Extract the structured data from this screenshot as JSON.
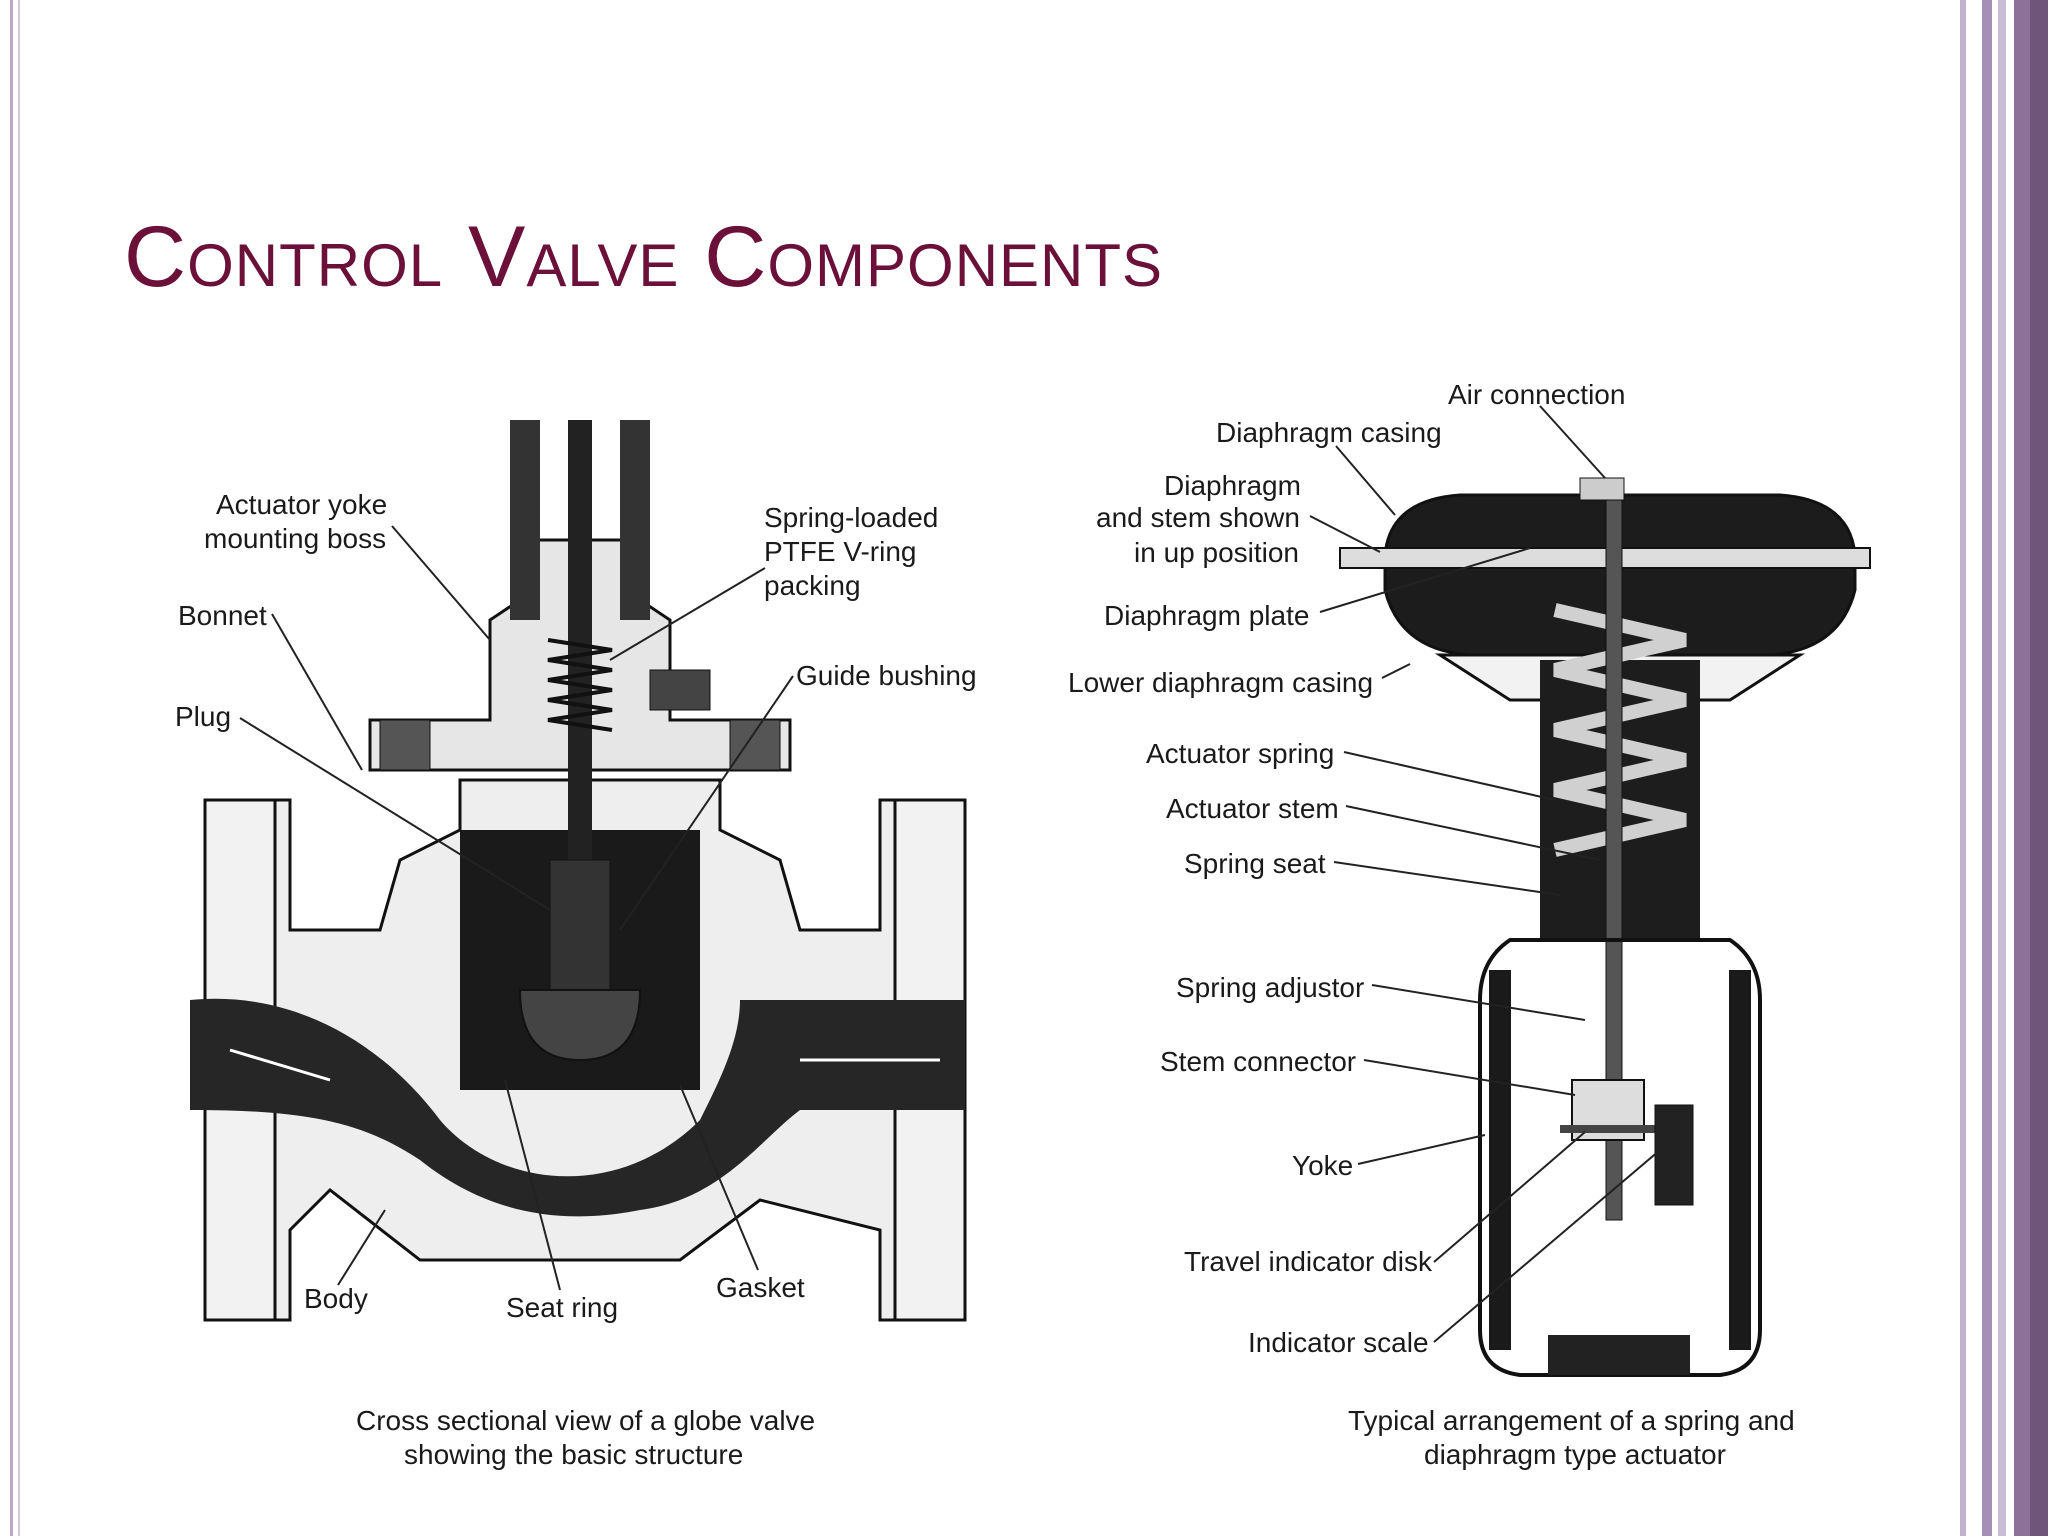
{
  "slide": {
    "title": "Control Valve Components"
  },
  "left_diagram": {
    "labels": {
      "actuator_yoke": [
        "Actuator yoke",
        "mounting boss"
      ],
      "bonnet": "Bonnet",
      "plug": "Plug",
      "packing": [
        "Spring-loaded",
        "PTFE V-ring",
        "packing"
      ],
      "guide_bushing": "Guide bushing",
      "body": "Body",
      "seat_ring": "Seat ring",
      "gasket": "Gasket"
    },
    "caption": [
      "Cross sectional view of a globe valve",
      "showing the basic structure"
    ]
  },
  "right_diagram": {
    "labels": {
      "air_connection": "Air connection",
      "diaphragm_casing": "Diaphragm casing",
      "diaphragm_stem": [
        "Diaphragm",
        "and stem shown",
        "in up position"
      ],
      "diaphragm_plate": "Diaphragm plate",
      "lower_casing": "Lower diaphragm casing",
      "actuator_spring": "Actuator spring",
      "actuator_stem": "Actuator stem",
      "spring_seat": "Spring seat",
      "spring_adjustor": "Spring adjustor",
      "stem_connector": "Stem connector",
      "yoke": "Yoke",
      "travel_indicator": "Travel indicator disk",
      "indicator_scale": "Indicator scale"
    },
    "caption": [
      "Typical arrangement of a spring and",
      "diaphragm type actuator"
    ]
  },
  "colors": {
    "title": "#6b1039",
    "border_accent": "#8e7199"
  }
}
